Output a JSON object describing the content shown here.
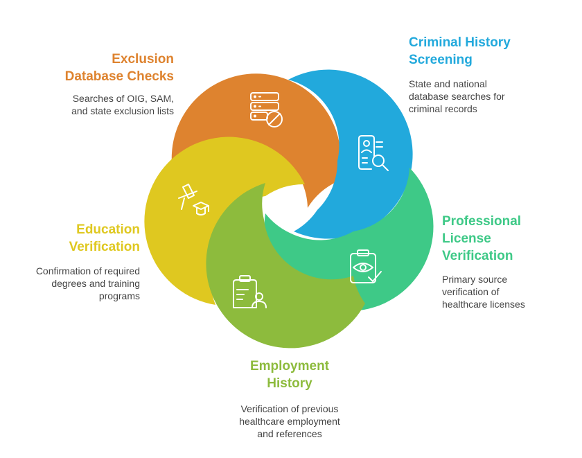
{
  "colors": {
    "exclusion": "#DE832F",
    "criminal": "#22A9DC",
    "license": "#3EC987",
    "employment": "#8DBB3D",
    "education": "#DFC820",
    "text": "#444444",
    "icon_stroke": "#ffffff"
  },
  "items": {
    "exclusion": {
      "title": [
        "Exclusion",
        "Database Checks"
      ],
      "desc": [
        "Searches of OIG, SAM,",
        "and state exclusion lists"
      ],
      "icon": "server-block-icon"
    },
    "criminal": {
      "title": [
        "Criminal History",
        "Screening"
      ],
      "desc": [
        "State and national",
        "database searches for",
        "criminal records"
      ],
      "icon": "id-card-search-icon"
    },
    "license": {
      "title": [
        "Professional",
        "License",
        "Verification"
      ],
      "desc": [
        "Primary source",
        "verification of",
        "healthcare licenses"
      ],
      "icon": "clipboard-eye-check-icon"
    },
    "employment": {
      "title": [
        "Employment",
        "History"
      ],
      "desc": [
        "Verification of previous",
        "healthcare employment",
        "and references"
      ],
      "icon": "clipboard-person-icon"
    },
    "education": {
      "title": [
        "Education",
        "Verification"
      ],
      "desc": [
        "Confirmation of required",
        "degrees and training",
        "programs"
      ],
      "icon": "pushpin-graduation-cap-icon"
    }
  }
}
